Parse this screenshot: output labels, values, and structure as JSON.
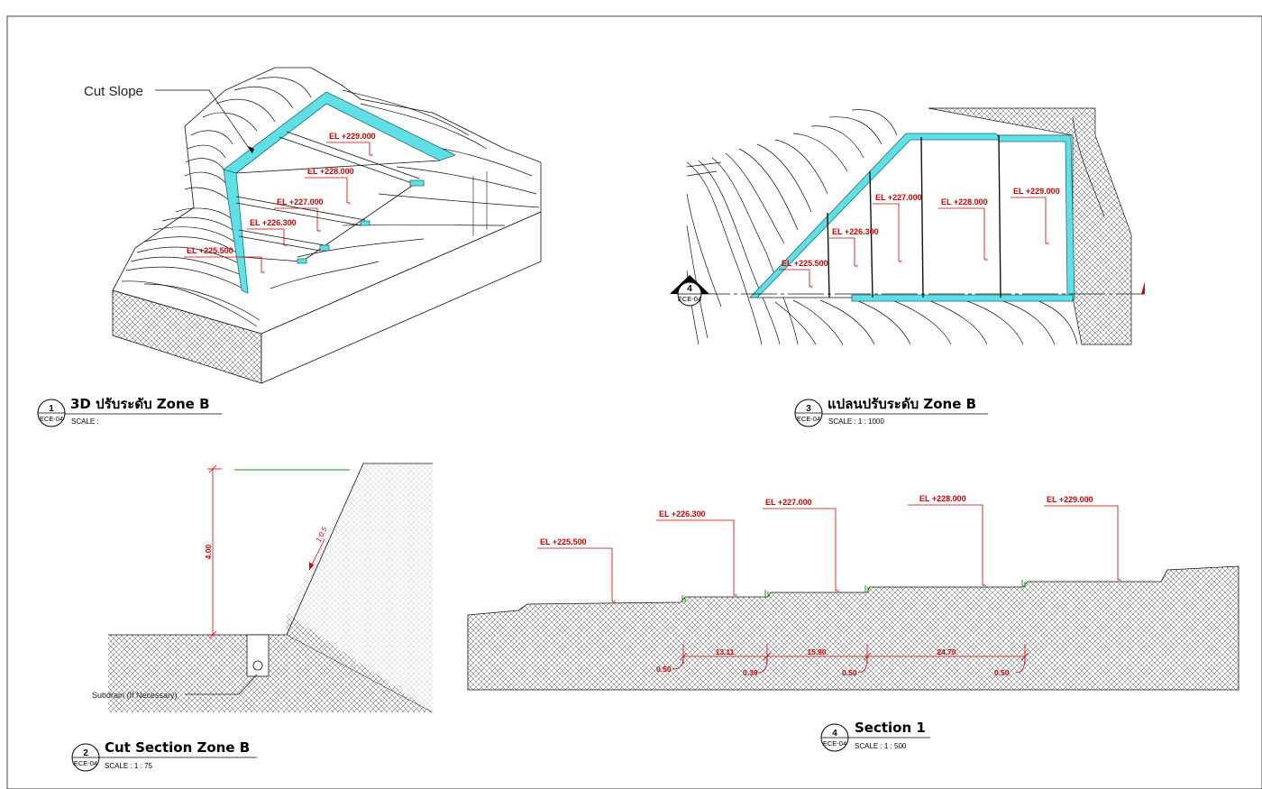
{
  "drawing": {
    "callout_cut_slope": "Cut Slope",
    "sheet_ref": "ECE-04"
  },
  "views": {
    "v1": {
      "number": "1",
      "title": "3D ปรับระดับ Zone B",
      "scale": "SCALE :"
    },
    "v2": {
      "number": "2",
      "title": "Cut Section Zone B",
      "scale": "SCALE : 1 : 75"
    },
    "v3": {
      "number": "3",
      "title": "แปลนปรับระดับ Zone B",
      "scale": "SCALE :  1 : 1000"
    },
    "v4": {
      "number": "4",
      "title": "Section 1",
      "scale": "SCALE :  1 : 500"
    }
  },
  "elevations": {
    "e1": "EL +225.500",
    "e2": "EL +226.300",
    "e3": "EL +227.000",
    "e4": "EL +228.000",
    "e5": "EL +229.000"
  },
  "cut_section": {
    "height_dim": "4.00",
    "slope_ratio": "1:0.5",
    "subdrain_label": "Subdrain (If Necessary)"
  },
  "section_dims": {
    "d1": "13.11",
    "d2": "15.90",
    "d3": "24.70",
    "step1": "0.50",
    "step2": "0.39",
    "step3": "0.50",
    "step4": "0.50"
  },
  "section_marker": {
    "number": "4",
    "ref": "ECE-04"
  },
  "colors": {
    "accent_cyan": "#5fe0e6",
    "annotation_red": "#d40000",
    "ground_green": "#00a000"
  }
}
